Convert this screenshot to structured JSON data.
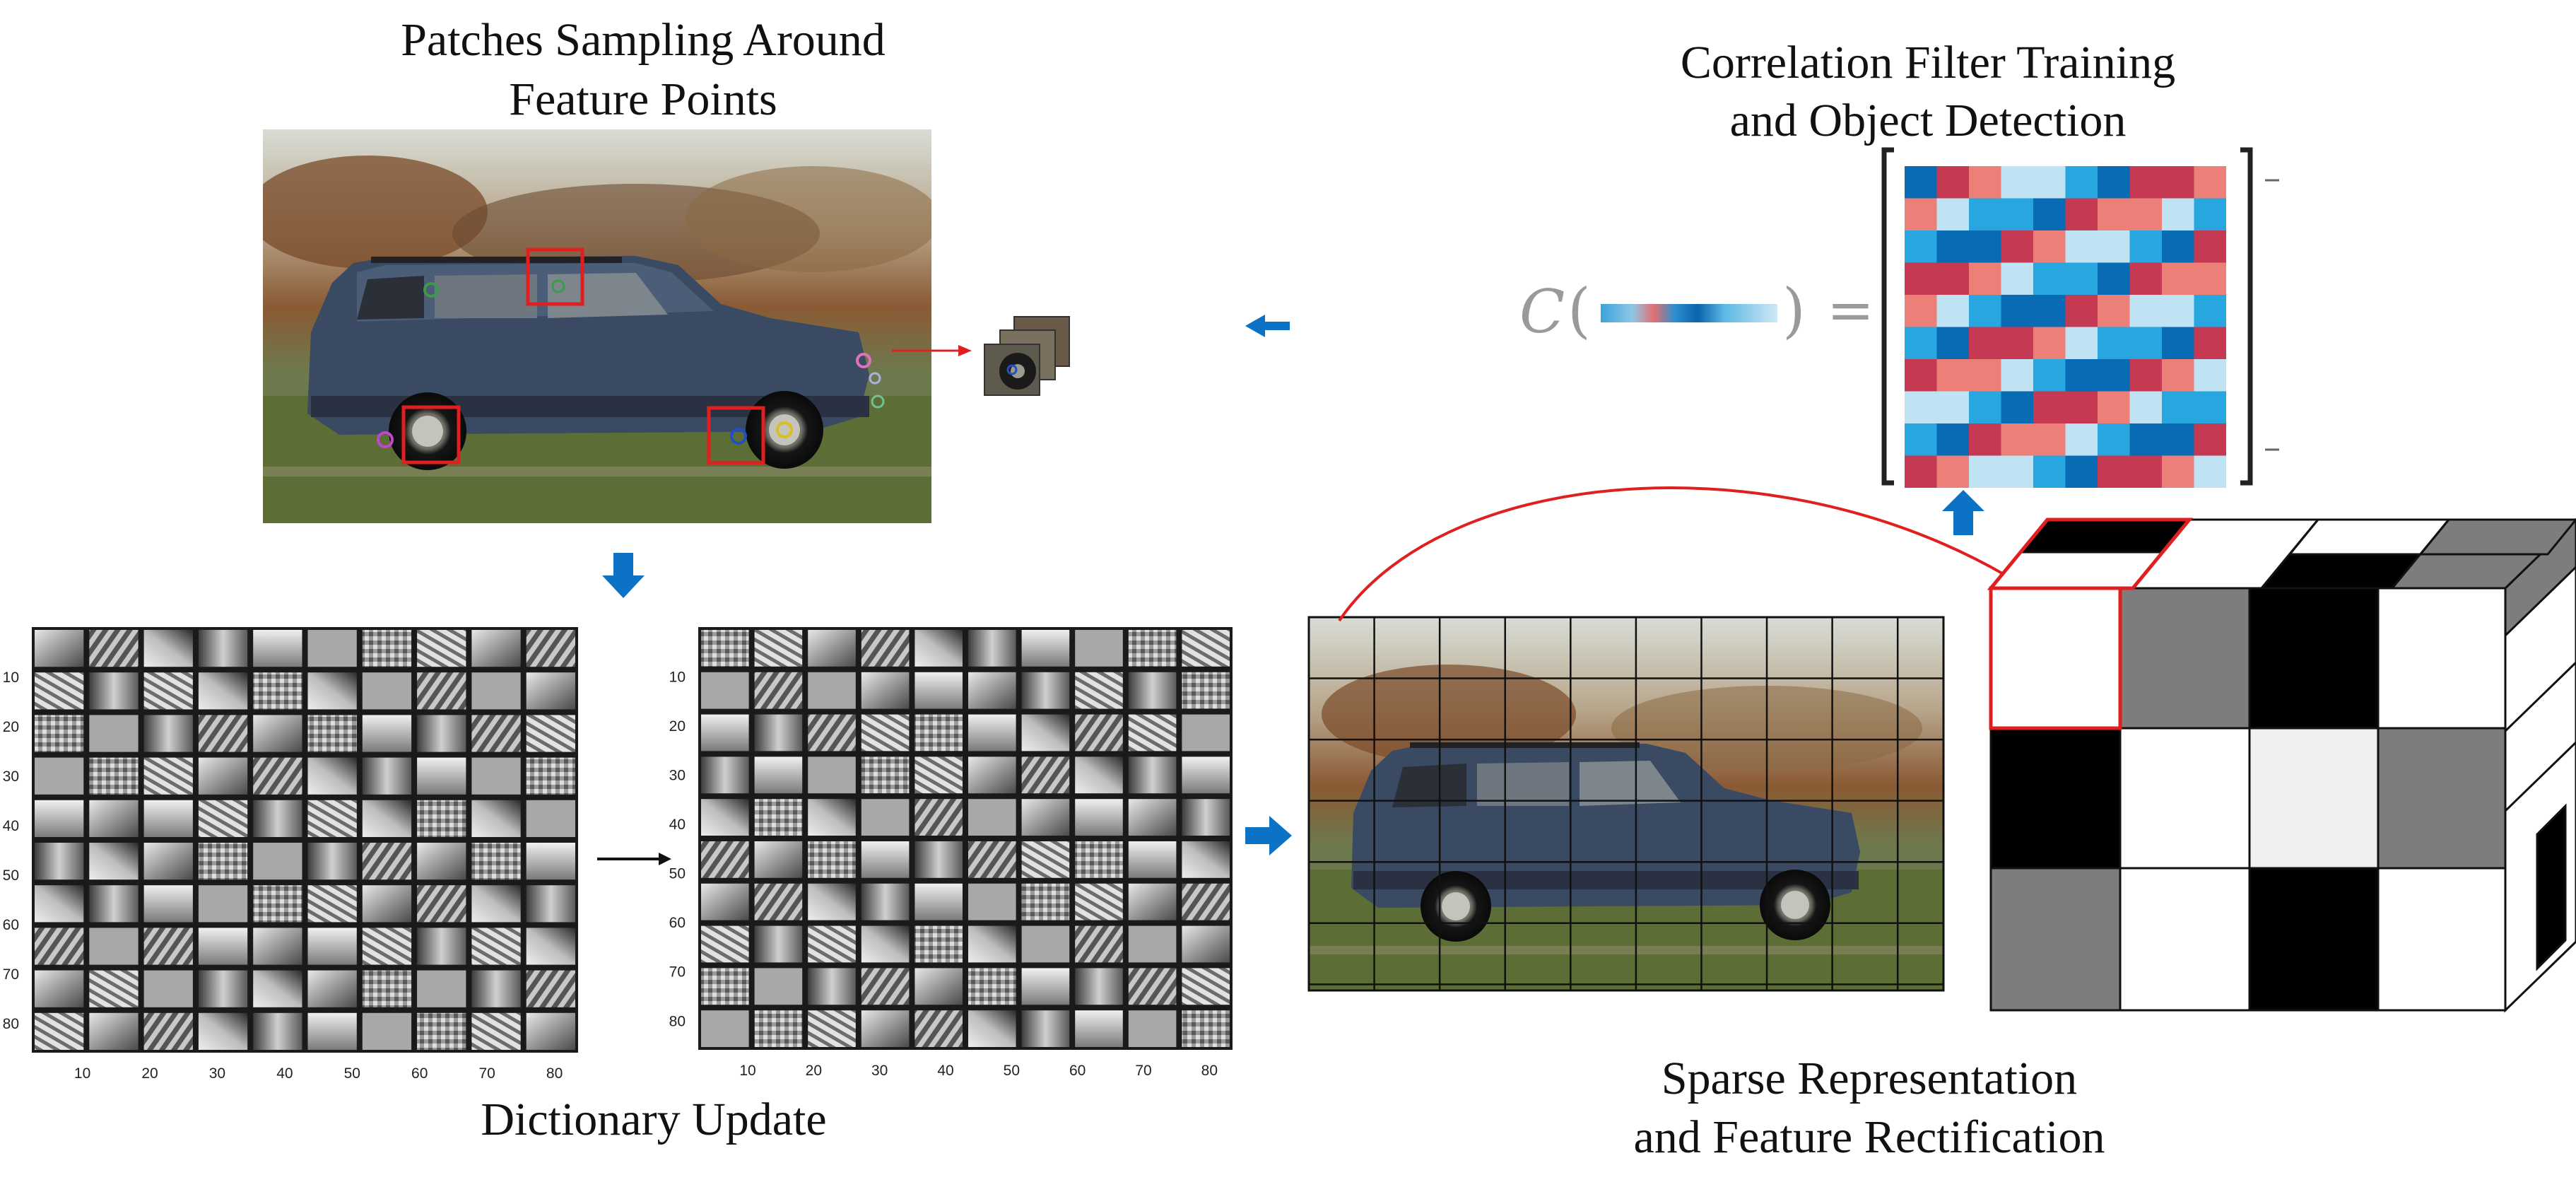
{
  "labels": {
    "patches_sampling_line1": "Patches Sampling Around",
    "patches_sampling_line2": "Feature Points",
    "correlation_line1": "Correlation Filter Training",
    "correlation_line2": "and Object Detection",
    "dictionary_update": "Dictionary Update",
    "sparse_line1": "Sparse Representation",
    "sparse_line2": "and Feature Rectification"
  },
  "equation": {
    "function_symbol": "C",
    "open_paren": "(",
    "close_paren": ")",
    "equals": "="
  },
  "dictionary_axis_ticks": [
    "10",
    "20",
    "30",
    "40",
    "50",
    "60",
    "70",
    "80"
  ],
  "colors": {
    "arrow_blue": "#0b72c6",
    "highlight_red": "#e02020",
    "heat_dark_blue": "#0a6bb5",
    "heat_mid_blue": "#27a6e0",
    "heat_light_blue": "#bfe3f2",
    "heat_salmon": "#ec7f78",
    "heat_crimson": "#c53a52"
  }
}
